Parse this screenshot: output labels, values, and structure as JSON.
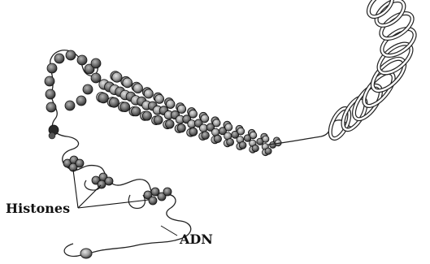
{
  "labels": {
    "histones": "Histones",
    "dna": "ADN"
  },
  "colors": {
    "background": "#ffffff",
    "ink": "#111111",
    "bead_fill": "#6f6f6f",
    "bead_dark": "#2a2a2a",
    "coil_fill": "#ffffff"
  },
  "icons": [
    "nucleosome-bead",
    "histone-cluster",
    "supercoil"
  ]
}
